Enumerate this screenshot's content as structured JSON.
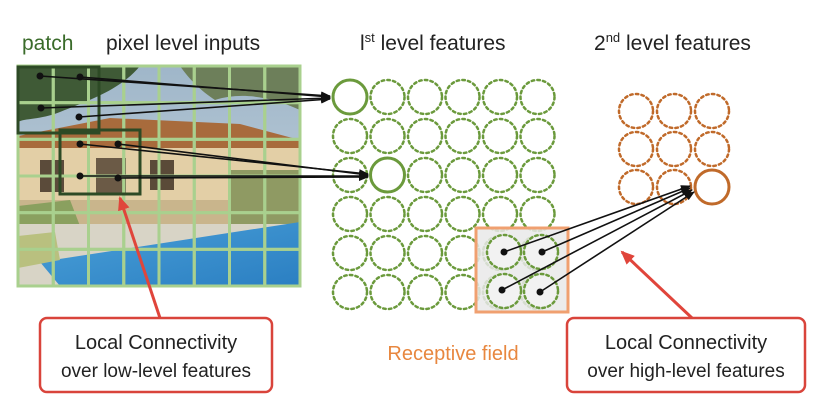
{
  "labels": {
    "patch": "patch",
    "pixel_inputs": "pixel level inputs",
    "first_level_prefix": "l",
    "first_level_sup": "st",
    "first_level_suffix": " level features",
    "second_level_prefix": "2",
    "second_level_sup": "nd",
    "second_level_suffix": " level features",
    "receptive_field": "Receptive field"
  },
  "callouts": {
    "left": {
      "line1": "Local Connectivity",
      "line2": "over low-level features"
    },
    "right": {
      "line1": "Local Connectivity",
      "line2": "over high-level features"
    }
  },
  "grids": {
    "pixel_grid": {
      "rows": 6,
      "cols": 8
    },
    "first_level": {
      "rows": 6,
      "cols": 6
    },
    "second_level": {
      "rows": 3,
      "cols": 3
    }
  },
  "colors": {
    "patch_label": "#3a6b2a",
    "pixel_grid_line": "#a9d08e",
    "patch_border": "#2d4a25",
    "first_level_stroke": "#6b9a3c",
    "second_level_stroke": "#c06a2a",
    "receptive_field": "#f0a070",
    "receptive_field_text": "#e8873f",
    "callout_border": "#d9443b",
    "callout_arrow": "#e0453b",
    "text": "#222222"
  }
}
